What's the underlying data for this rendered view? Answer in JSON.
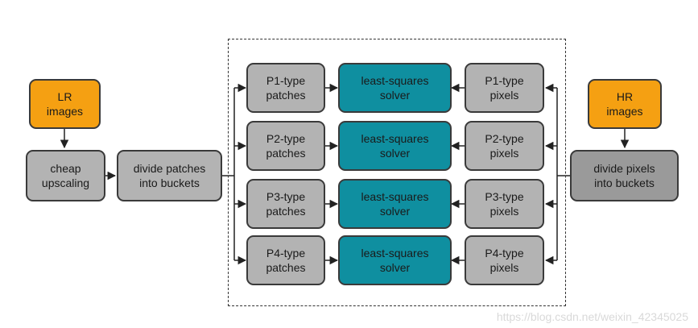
{
  "nodes": {
    "lr_images": "LR\nimages",
    "cheap_upscaling": "cheap\nupscaling",
    "divide_patches": "divide patches\ninto buckets",
    "hr_images": "HR\nimages",
    "divide_pixels": "divide pixels\ninto buckets",
    "patches": [
      "P1-type\npatches",
      "P2-type\npatches",
      "P3-type\npatches",
      "P4-type\npatches"
    ],
    "solvers": [
      "least-squares\nsolver",
      "least-squares\nsolver",
      "least-squares\nsolver",
      "least-squares\nsolver"
    ],
    "pixels": [
      "P1-type\npixels",
      "P2-type\npixels",
      "P3-type\npixels",
      "P4-type\npixels"
    ]
  },
  "watermark": "https://blog.csdn.net/weixin_42345025",
  "colors": {
    "input_box": "#f5a012",
    "process_box": "#b3b3b3",
    "solver_box": "#0f8fa0",
    "dark_process_box": "#9a9a9a"
  }
}
